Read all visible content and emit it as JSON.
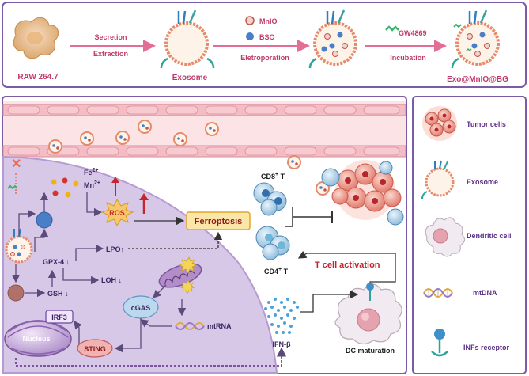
{
  "top_panel": {
    "raw_label": "RAW 264.7",
    "step1_line1": "Secretion",
    "step1_line2": "Extraction",
    "exosome_label": "Exosome",
    "legend_mnio": "MnIO",
    "legend_bso": "BSO",
    "step2_label": "Eletroporation",
    "gw_label": "GW4869",
    "step3_label": "Incubation",
    "final_label": "Exo@MnIO@BG"
  },
  "mechanism": {
    "fe": "Fe",
    "fe_sup": "2+",
    "mn": "Mn",
    "mn_sup": "2+",
    "ros": "ROS",
    "ferroptosis": "Ferroptosis",
    "gpx4": "GPX-4 ↓",
    "lpo": "LPO↑",
    "loh": "LOH ↓",
    "gsh": "GSH ↓",
    "cgas": "cGAS",
    "mtrna": "mtRNA",
    "irf3": "IRF3",
    "nucleus": "Nucleus",
    "sting": "STING",
    "cd8_main": "CD8",
    "cd8_sup": "+",
    "cd8_t": " T",
    "cd4_main": "CD4",
    "cd4_sup": "+",
    "cd4_t": " T",
    "t_activation": "T cell activation",
    "ifn": "IFN-β",
    "dc_maturation": "DC maturation"
  },
  "legend": {
    "tumor": "Tumor cells",
    "exosome": "Exosome",
    "dendritic": "Dendritic cell",
    "mtdna": "mtDNA",
    "infs": "INFs receptor"
  },
  "colors": {
    "frame": "#7b5aa6",
    "pink_text": "#c0396b",
    "arrow_pink": "#e26f93",
    "purple_text": "#5b2d86",
    "cell_fill": "#d8c8e8",
    "vessel": "#f4bcc4",
    "red_arrow": "#c8242c",
    "mnio_dot": "#c2564b",
    "bso_dot": "#4a7fc8"
  }
}
